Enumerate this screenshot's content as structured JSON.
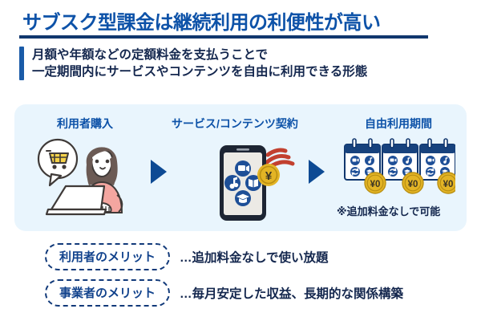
{
  "header": {
    "title": "サブスク型課金は継続利用の利便性が高い",
    "subtitle_line1": "月額や年額などの定額料金を支払うことで",
    "subtitle_line2": "一定期間内にサービスやコンテンツを自由に利用できる形態",
    "title_color": "#0d52a8",
    "rule_color": "#11376e",
    "accent_bar_color": "#1a5ba8"
  },
  "flow": {
    "panel_color": "#e9f5fd",
    "arrow_color": "#0d4a94",
    "steps": [
      {
        "label": "利用者購入",
        "icon": "person-with-laptop-and-cart-bubble-icon"
      },
      {
        "label": "サービス/コンテンツ契約",
        "icon": "smartphone-with-apps-yen-coin-icon"
      },
      {
        "label": "自由利用期間",
        "icon": "three-calendars-with-zero-yen-coins-icon"
      }
    ],
    "note": "※追加料金なしで可能"
  },
  "benefits": [
    {
      "pill": "利用者のメリット",
      "text": "…追加料金なしで使い放題"
    },
    {
      "pill": "事業者のメリット",
      "text": "…毎月安定した収益、長期的な関係構築"
    }
  ]
}
